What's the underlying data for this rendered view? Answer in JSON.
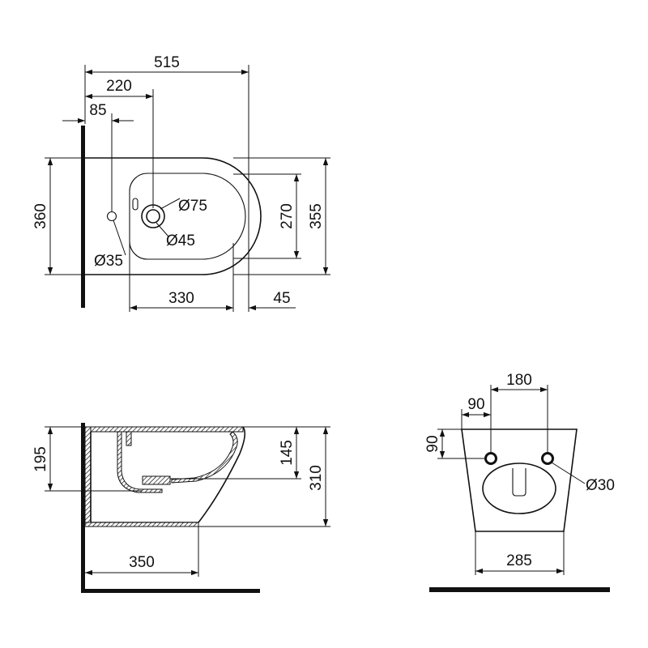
{
  "colors": {
    "line": "#111111",
    "background": "#ffffff"
  },
  "top_view": {
    "dim_515": "515",
    "dim_220": "220",
    "dim_85": "85",
    "dim_360": "360",
    "dim_270": "270",
    "dim_355": "355",
    "dim_330": "330",
    "dim_45": "45",
    "dia_75": "Ø75",
    "dia_45": "Ø45",
    "dia_35": "Ø35"
  },
  "side_view": {
    "dim_195": "195",
    "dim_145": "145",
    "dim_310": "310",
    "dim_350": "350"
  },
  "rear_view": {
    "dim_180": "180",
    "dim_90_h": "90",
    "dim_90_v": "90",
    "dim_285": "285",
    "dia_30": "Ø30"
  }
}
